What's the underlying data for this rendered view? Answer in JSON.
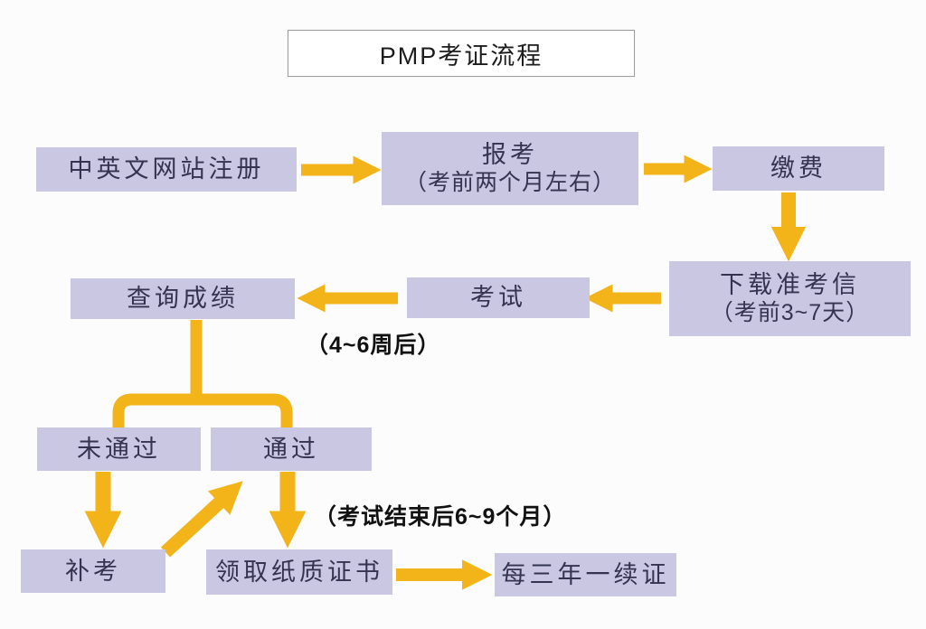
{
  "title": "PMP考证流程",
  "colors": {
    "background": "#fcfcfc",
    "node_fill": "#c9c7e2",
    "node_text": "#343450",
    "arrow": "#f2b418",
    "title_border": "#9e9e9e",
    "label_text": "#111111"
  },
  "nodes": [
    {
      "id": "register",
      "label": "中英文网站注册"
    },
    {
      "id": "apply",
      "label": "报考",
      "sub": "（考前两个月左右）"
    },
    {
      "id": "pay",
      "label": "缴费"
    },
    {
      "id": "download",
      "label": "下载准考信",
      "sub": "（考前3~7天）"
    },
    {
      "id": "exam",
      "label": "考试"
    },
    {
      "id": "check-score",
      "label": "查询成绩"
    },
    {
      "id": "fail",
      "label": "未通过"
    },
    {
      "id": "pass",
      "label": "通过"
    },
    {
      "id": "retake",
      "label": "补考"
    },
    {
      "id": "get-cert",
      "label": "领取纸质证书"
    },
    {
      "id": "renew",
      "label": "每三年一续证"
    }
  ],
  "annotations": [
    {
      "id": "weeks-after-exam",
      "text": "（4~6周后）"
    },
    {
      "id": "months-after-exam",
      "text": "（考试结束后6~9个月）"
    }
  ],
  "edges": [
    {
      "from": "register",
      "to": "apply"
    },
    {
      "from": "apply",
      "to": "pay"
    },
    {
      "from": "pay",
      "to": "download"
    },
    {
      "from": "download",
      "to": "exam"
    },
    {
      "from": "exam",
      "to": "check-score"
    },
    {
      "from": "check-score",
      "to": "fail"
    },
    {
      "from": "check-score",
      "to": "pass"
    },
    {
      "from": "fail",
      "to": "retake"
    },
    {
      "from": "retake",
      "to": "pass"
    },
    {
      "from": "pass",
      "to": "get-cert"
    },
    {
      "from": "get-cert",
      "to": "renew"
    }
  ]
}
